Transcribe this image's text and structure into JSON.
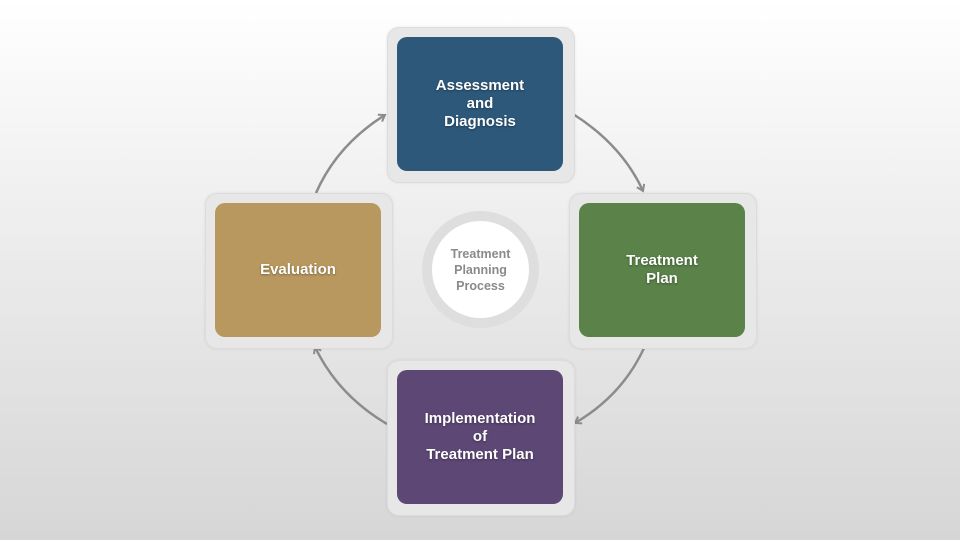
{
  "diagram": {
    "center": {
      "label": "Treatment\nPlanning\nProcess"
    },
    "steps": [
      {
        "label": "Assessment\nand\nDiagnosis",
        "color": "#2d587a"
      },
      {
        "label": "Treatment\nPlan",
        "color": "#5a8249"
      },
      {
        "label": "Implementation\nof\nTreatment Plan",
        "color": "#5d4775"
      },
      {
        "label": "Evaluation",
        "color": "#b8985f"
      }
    ],
    "arrow_color": "#8c8c8c"
  }
}
